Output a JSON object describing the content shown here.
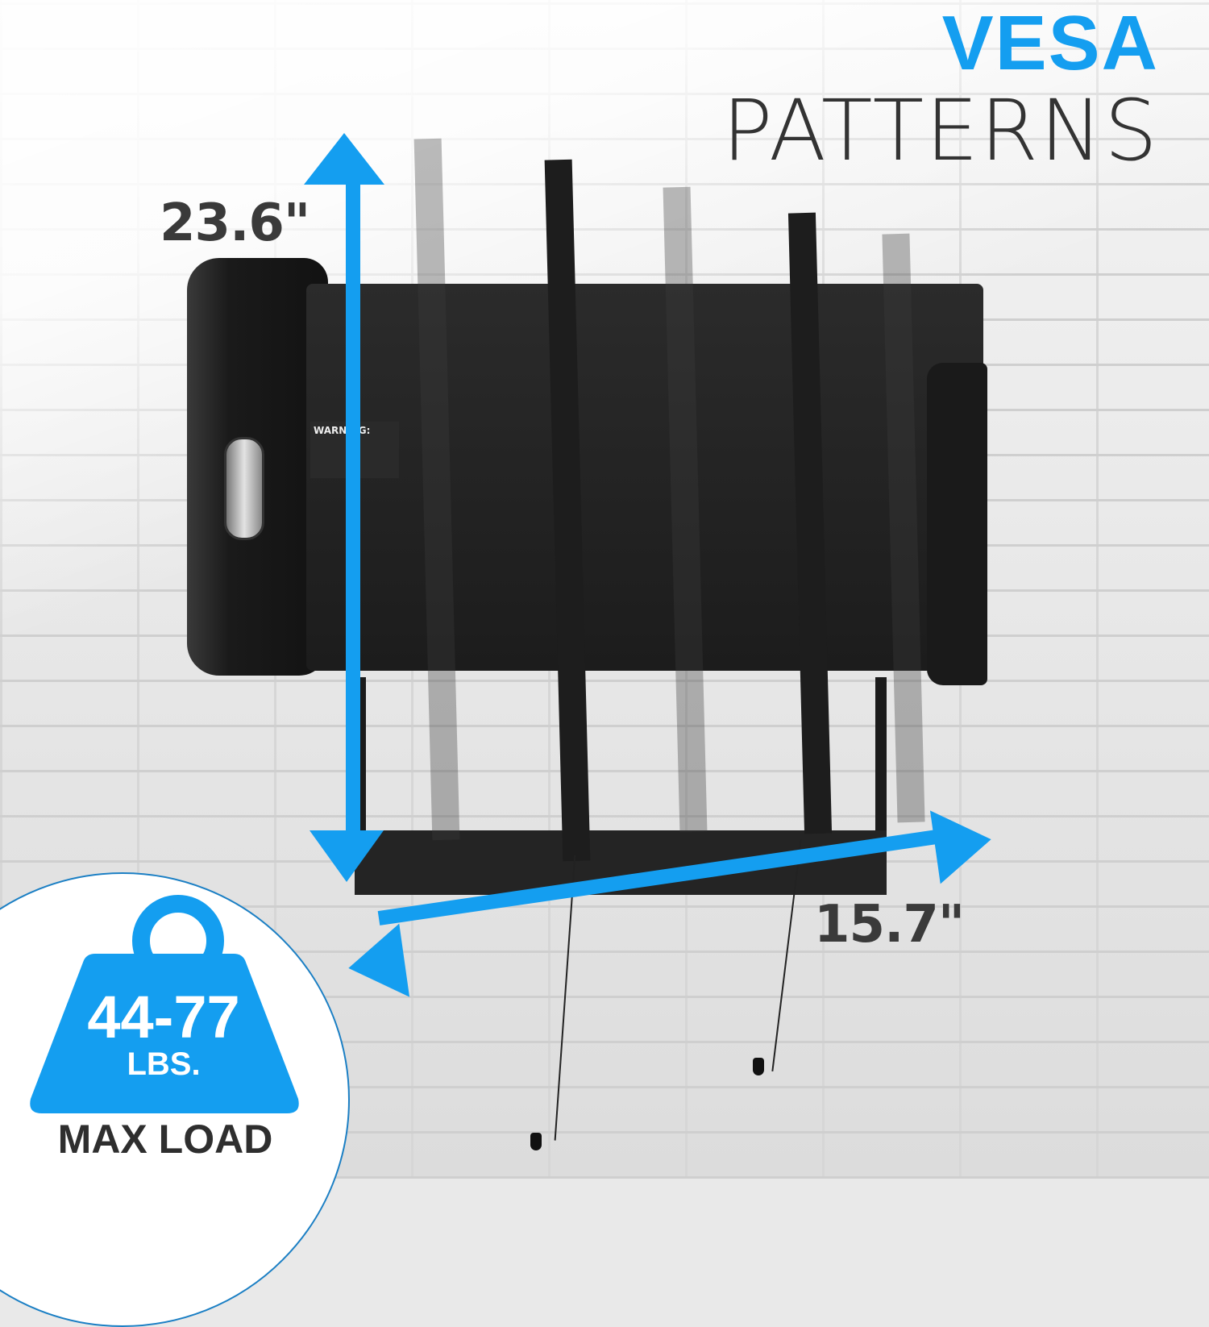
{
  "title": {
    "line1": "VESA",
    "line2": "PATTERNS"
  },
  "dimensions": {
    "height": "23.6\"",
    "width": "15.7\""
  },
  "warning_label": {
    "heading": "WARNING:"
  },
  "load_badge": {
    "range": "44-77",
    "unit": "LBS.",
    "label": "MAX LOAD"
  },
  "colors": {
    "accent_blue": "#149ef0",
    "text_dark": "#333333",
    "mount_black": "#1c1c1c"
  }
}
